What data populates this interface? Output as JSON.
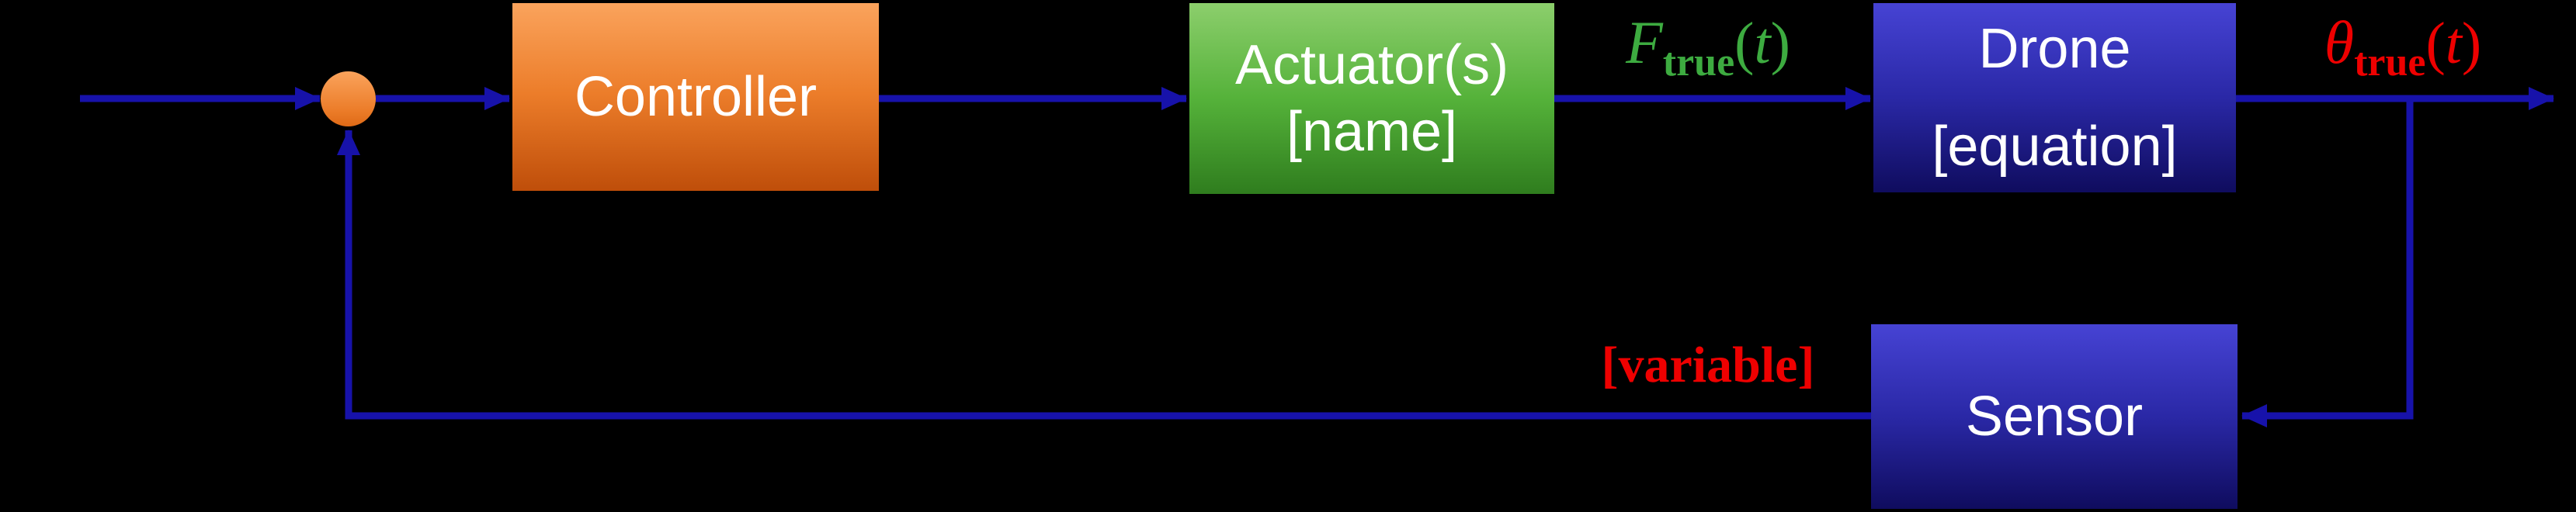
{
  "diagram": {
    "blocks": {
      "controller": {
        "label": "Controller"
      },
      "actuator": {
        "line1": "Actuator(s)",
        "line2": "[name]"
      },
      "drone": {
        "line1": "Drone",
        "line2": "[equation]"
      },
      "sensor": {
        "label": "Sensor"
      }
    },
    "labels": {
      "force": {
        "symbol": "F",
        "subscript": "true",
        "open": "(",
        "variable": "t",
        "close": ")",
        "color": "#3DAB40"
      },
      "theta": {
        "symbol": "θ",
        "subscript": "true",
        "open": "(",
        "variable": "t",
        "close": ")",
        "color": "#EE0000"
      },
      "feedback": {
        "text": "[variable]",
        "color": "#EE0000"
      }
    },
    "colors": {
      "background": "#000000",
      "wire": "#1712AA",
      "block_text": "#FFFFFF",
      "orange_top": "#FAA35C",
      "orange_mid": "#EC7D2A",
      "orange_bottom": "#BF4E0A",
      "orange_circle_bottom": "#DF6A16",
      "green_top": "#8CCE6C",
      "green_mid": "#55B23A",
      "green_bottom": "#2F7D1E",
      "blue_top": "#4643D4",
      "blue_mid": "#2A28A6",
      "blue_bottom": "#0F0C5E"
    }
  }
}
